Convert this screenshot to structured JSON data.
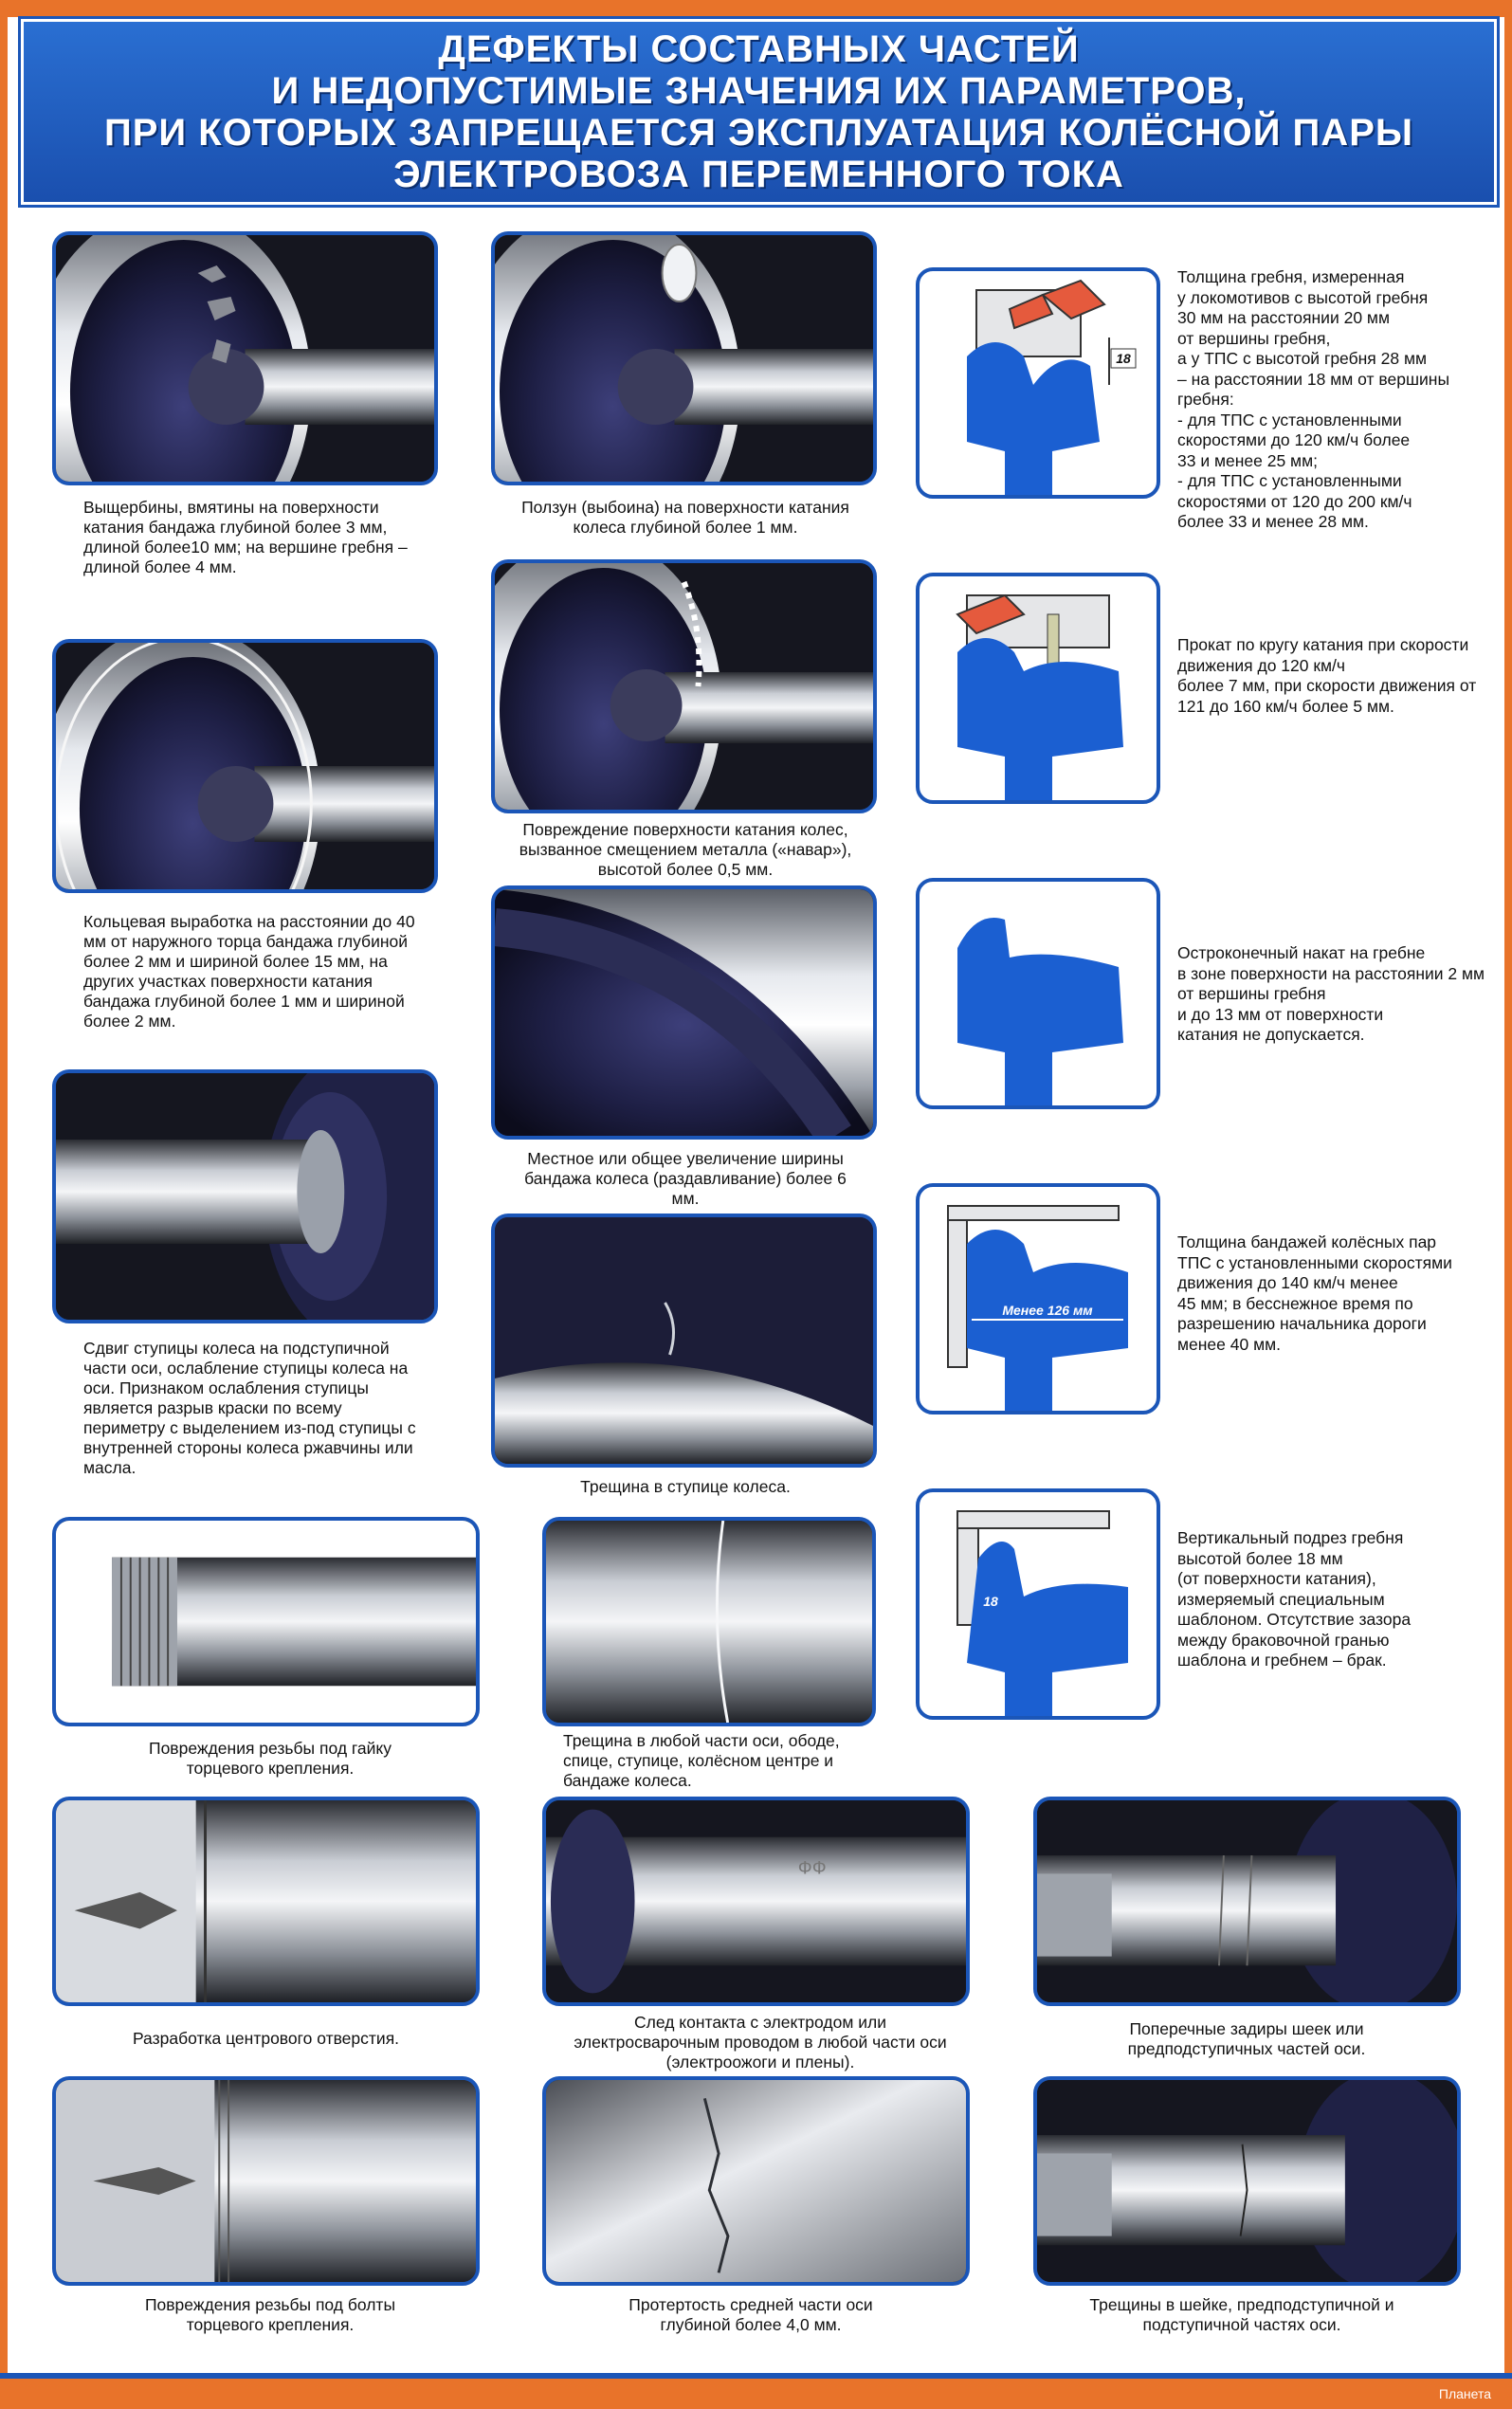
{
  "title": {
    "lines": [
      "ДЕФЕКТЫ СОСТАВНЫХ ЧАСТЕЙ",
      "И НЕДОПУСТИМЫЕ ЗНАЧЕНИЯ ИХ ПАРАМЕТРОВ,",
      "ПРИ КОТОРЫХ ЗАПРЕЩАЕТСЯ ЭКСПЛУАТАЦИЯ КОЛЁСНОЙ ПАРЫ",
      "ЭЛЕКТРОВОЗА ПЕРЕМЕННОГО ТОКА"
    ]
  },
  "defects": [
    {
      "caption": "Выщербины, вмятины на поверхности катания бандажа глубиной более 3 мм, длиной более10 мм; на вершине гребня – длиной более 4 мм."
    },
    {
      "caption": "Ползун (выбоина) на поверхности катания колеса глубиной более 1 мм."
    },
    {
      "caption": "Повреждение поверхности катания колес, вызванное смещением металла («навар»),  высотой более 0,5 мм."
    },
    {
      "caption": "Кольцевая выработка на расстоянии до 40 мм от наружного торца бандажа глубиной более 2 мм и шириной более 15 мм, на других участках поверхности катания бандажа глубиной более 1 мм и шириной более 2 мм."
    },
    {
      "caption": "Местное или общее увеличение ширины бандажа колеса (раздавливание) более 6 мм."
    },
    {
      "caption": "Сдвиг ступицы колеса на подступичной части оси, ослабление ступицы колеса на оси. Признаком ослабления ступицы является разрыв краски по всему периметру с выделением из-под ступицы с внутренней стороны колеса ржавчины или масла."
    },
    {
      "caption": "Трещина в ступице колеса."
    },
    {
      "caption": "Повреждения резьбы под гайку торцевого крепления."
    },
    {
      "caption": "Трещина в любой части оси, ободе, спице, ступице, колёсном центре и бандаже колеса."
    },
    {
      "caption": "Разработка центрового отверстия."
    },
    {
      "caption": "След контакта с электродом или электросварочным проводом в любой части оси (электроожоги и плены)."
    },
    {
      "caption": "Поперечные задиры шеек или предподступичных частей оси."
    },
    {
      "caption": "Повреждения резьбы под болты торцевого крепления."
    },
    {
      "caption": "Протертость средней части оси глубиной более 4,0 мм."
    },
    {
      "caption": "Трещины в шейке, предподступичной и подступичной частях оси."
    }
  ],
  "parameters": [
    {
      "text": "Толщина гребня, измеренная\nу локомотивов с высотой гребня\n30 мм на расстоянии 20 мм\nот вершины гребня,\nа у ТПС с высотой гребня 28 мм\n– на расстоянии 18 мм от вершины\nгребня:\n - для ТПС с установленными\n   скоростями до 120 км/ч более\n   33 и менее 25 мм;\n - для ТПС с установленными\n   скоростями  от 120 до 200 км/ч\n   более 33 и менее 28 мм.",
      "label": "18"
    },
    {
      "text": "Прокат по кругу катания при скорости движения до 120 км/ч\nболее 7 мм, при скорости движения от 121 до 160 км/ч более 5 мм."
    },
    {
      "text": "Остроконечный накат на гребне\nв зоне поверхности на расстоянии 2 мм от вершины гребня\nи до 13 мм от поверхности\nкатания не допускается."
    },
    {
      "text": "Толщина бандажей колёсных пар\nТПС с установленными скоростями движения до 140 км/ч менее\n45 мм; в бесснежное время по разрешению начальника дороги\nменее 40 мм.",
      "label": "Менее 126 мм"
    },
    {
      "text": "Вертикальный подрез гребня\nвысотой более 18 мм\n(от поверхности катания),\nизмеряемый специальным\nшаблоном. Отсутствие зазора\nмежду браковочной гранью\nшаблона и гребнем – брак.",
      "label": "18"
    }
  ],
  "logo": "Планета"
}
